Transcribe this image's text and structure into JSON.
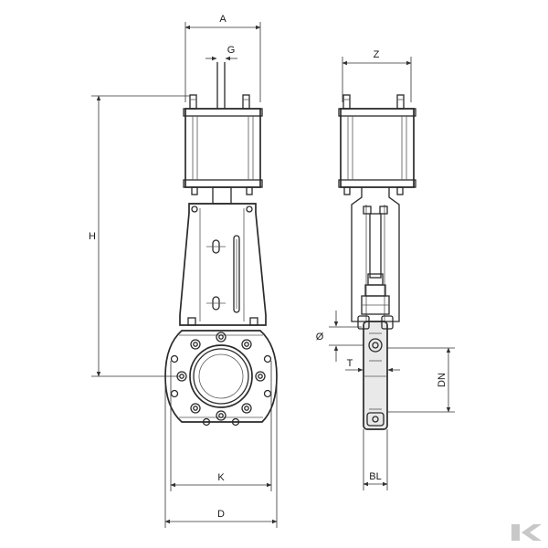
{
  "labels": {
    "a": "A",
    "g": "G",
    "h": "H",
    "k": "K",
    "d": "D",
    "z": "Z",
    "phi": "Ø",
    "t": "T",
    "dn": "DN",
    "bl": "BL"
  },
  "logo": {
    "name": "kramp-logo-icon",
    "color": "#c8c8c8"
  }
}
